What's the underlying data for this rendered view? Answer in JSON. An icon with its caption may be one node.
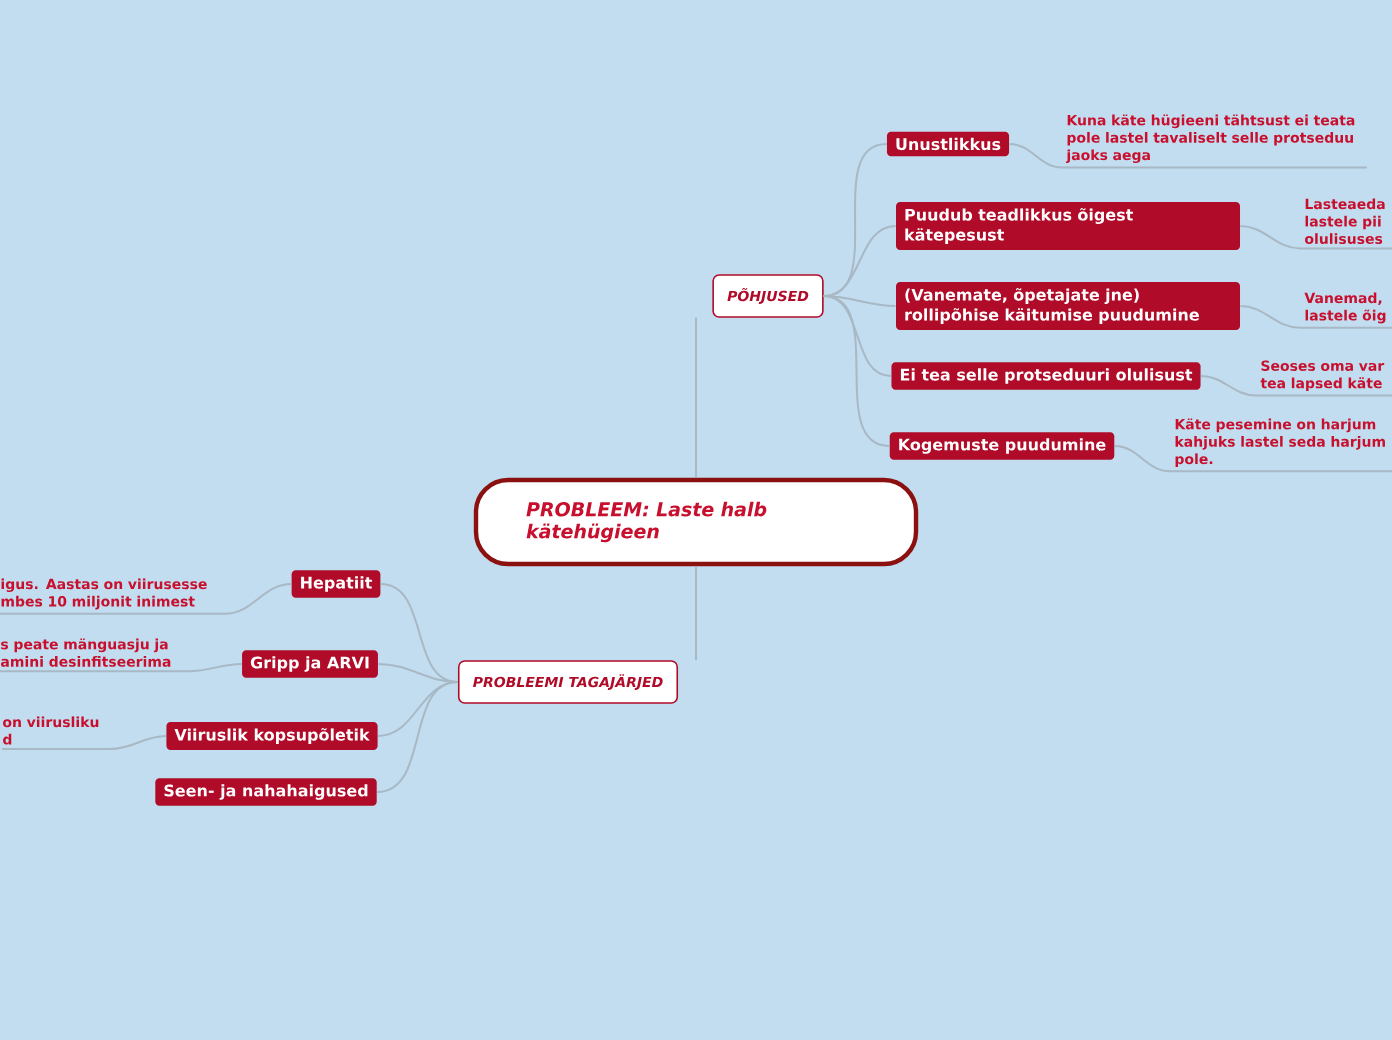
{
  "diagram": {
    "nodes": [
      {
        "text": [
          "PROBLEEM: Laste halb kätehügieen"
        ]
      },
      {
        "text": [
          "PÕHJUSED"
        ]
      },
      {
        "text": [
          "Unustlikkus"
        ]
      },
      {
        "text": [
          "Puudub teadlikkus õigest kätepesust"
        ]
      },
      {
        "text": [
          "(Vanemate, õpetajate jne) rollipõhise käitumise puudumine"
        ]
      },
      {
        "text": [
          "Ei tea selle protseduuri olulisust"
        ]
      },
      {
        "text": [
          "Kogemuste puudumine"
        ]
      },
      {
        "text": [
          "PROBLEEMI TAGAJÄRJED"
        ]
      },
      {
        "text": [
          "Hepatiit"
        ]
      },
      {
        "text": [
          "Gripp ja ARVI"
        ]
      },
      {
        "text": [
          "Viiruslik kopsupõletik"
        ]
      },
      {
        "text": [
          "Seen- ja nahahaigused"
        ]
      },
      {
        "text": [
          "Kuna käte hügieeni tähtsust ei teata pole lastel tavaliselt selle protseduu jaoks aega"
        ]
      },
      {
        "text": [
          "Lasteaeda lastele pii olulisuses"
        ]
      },
      {
        "text": [
          "Vanemad, lastele õig"
        ]
      },
      {
        "text": [
          "Seoses oma var tea lapsed käte"
        ]
      },
      {
        "text": [
          "Käte pesemine on harjum kahjuks lastel seda harjum pole."
        ]
      },
      {
        "text": [
          "igus. Aastas on viirusesse mbes 10 miljonit inimest"
        ]
      },
      {
        "text": [
          "s peate mänguasju ja amini desinfitseerima"
        ]
      },
      {
        "text": [
          "on viirusliku d"
        ]
      }
    ],
    "edges": [
      {
        "from": 0,
        "to": 1,
        "arrow": "none"
      },
      {
        "from": 1,
        "to": 2,
        "arrow": "none"
      },
      {
        "from": 1,
        "to": 3,
        "arrow": "none"
      },
      {
        "from": 1,
        "to": 4,
        "arrow": "none"
      },
      {
        "from": 1,
        "to": 5,
        "arrow": "none"
      },
      {
        "from": 1,
        "to": 6,
        "arrow": "none"
      },
      {
        "from": 0,
        "to": 7,
        "arrow": "none"
      },
      {
        "from": 7,
        "to": 8,
        "arrow": "none"
      },
      {
        "from": 7,
        "to": 9,
        "arrow": "none"
      },
      {
        "from": 7,
        "to": 10,
        "arrow": "none"
      },
      {
        "from": 7,
        "to": 11,
        "arrow": "none"
      },
      {
        "from": 2,
        "to": 12,
        "arrow": "none"
      },
      {
        "from": 3,
        "to": 13,
        "arrow": "none"
      },
      {
        "from": 4,
        "to": 14,
        "arrow": "none"
      },
      {
        "from": 5,
        "to": 15,
        "arrow": "none"
      },
      {
        "from": 6,
        "to": 16,
        "arrow": "none"
      },
      {
        "from": 8,
        "to": 17,
        "arrow": "none"
      },
      {
        "from": 9,
        "to": 18,
        "arrow": "none"
      },
      {
        "from": 10,
        "to": 19,
        "arrow": "none"
      }
    ]
  }
}
